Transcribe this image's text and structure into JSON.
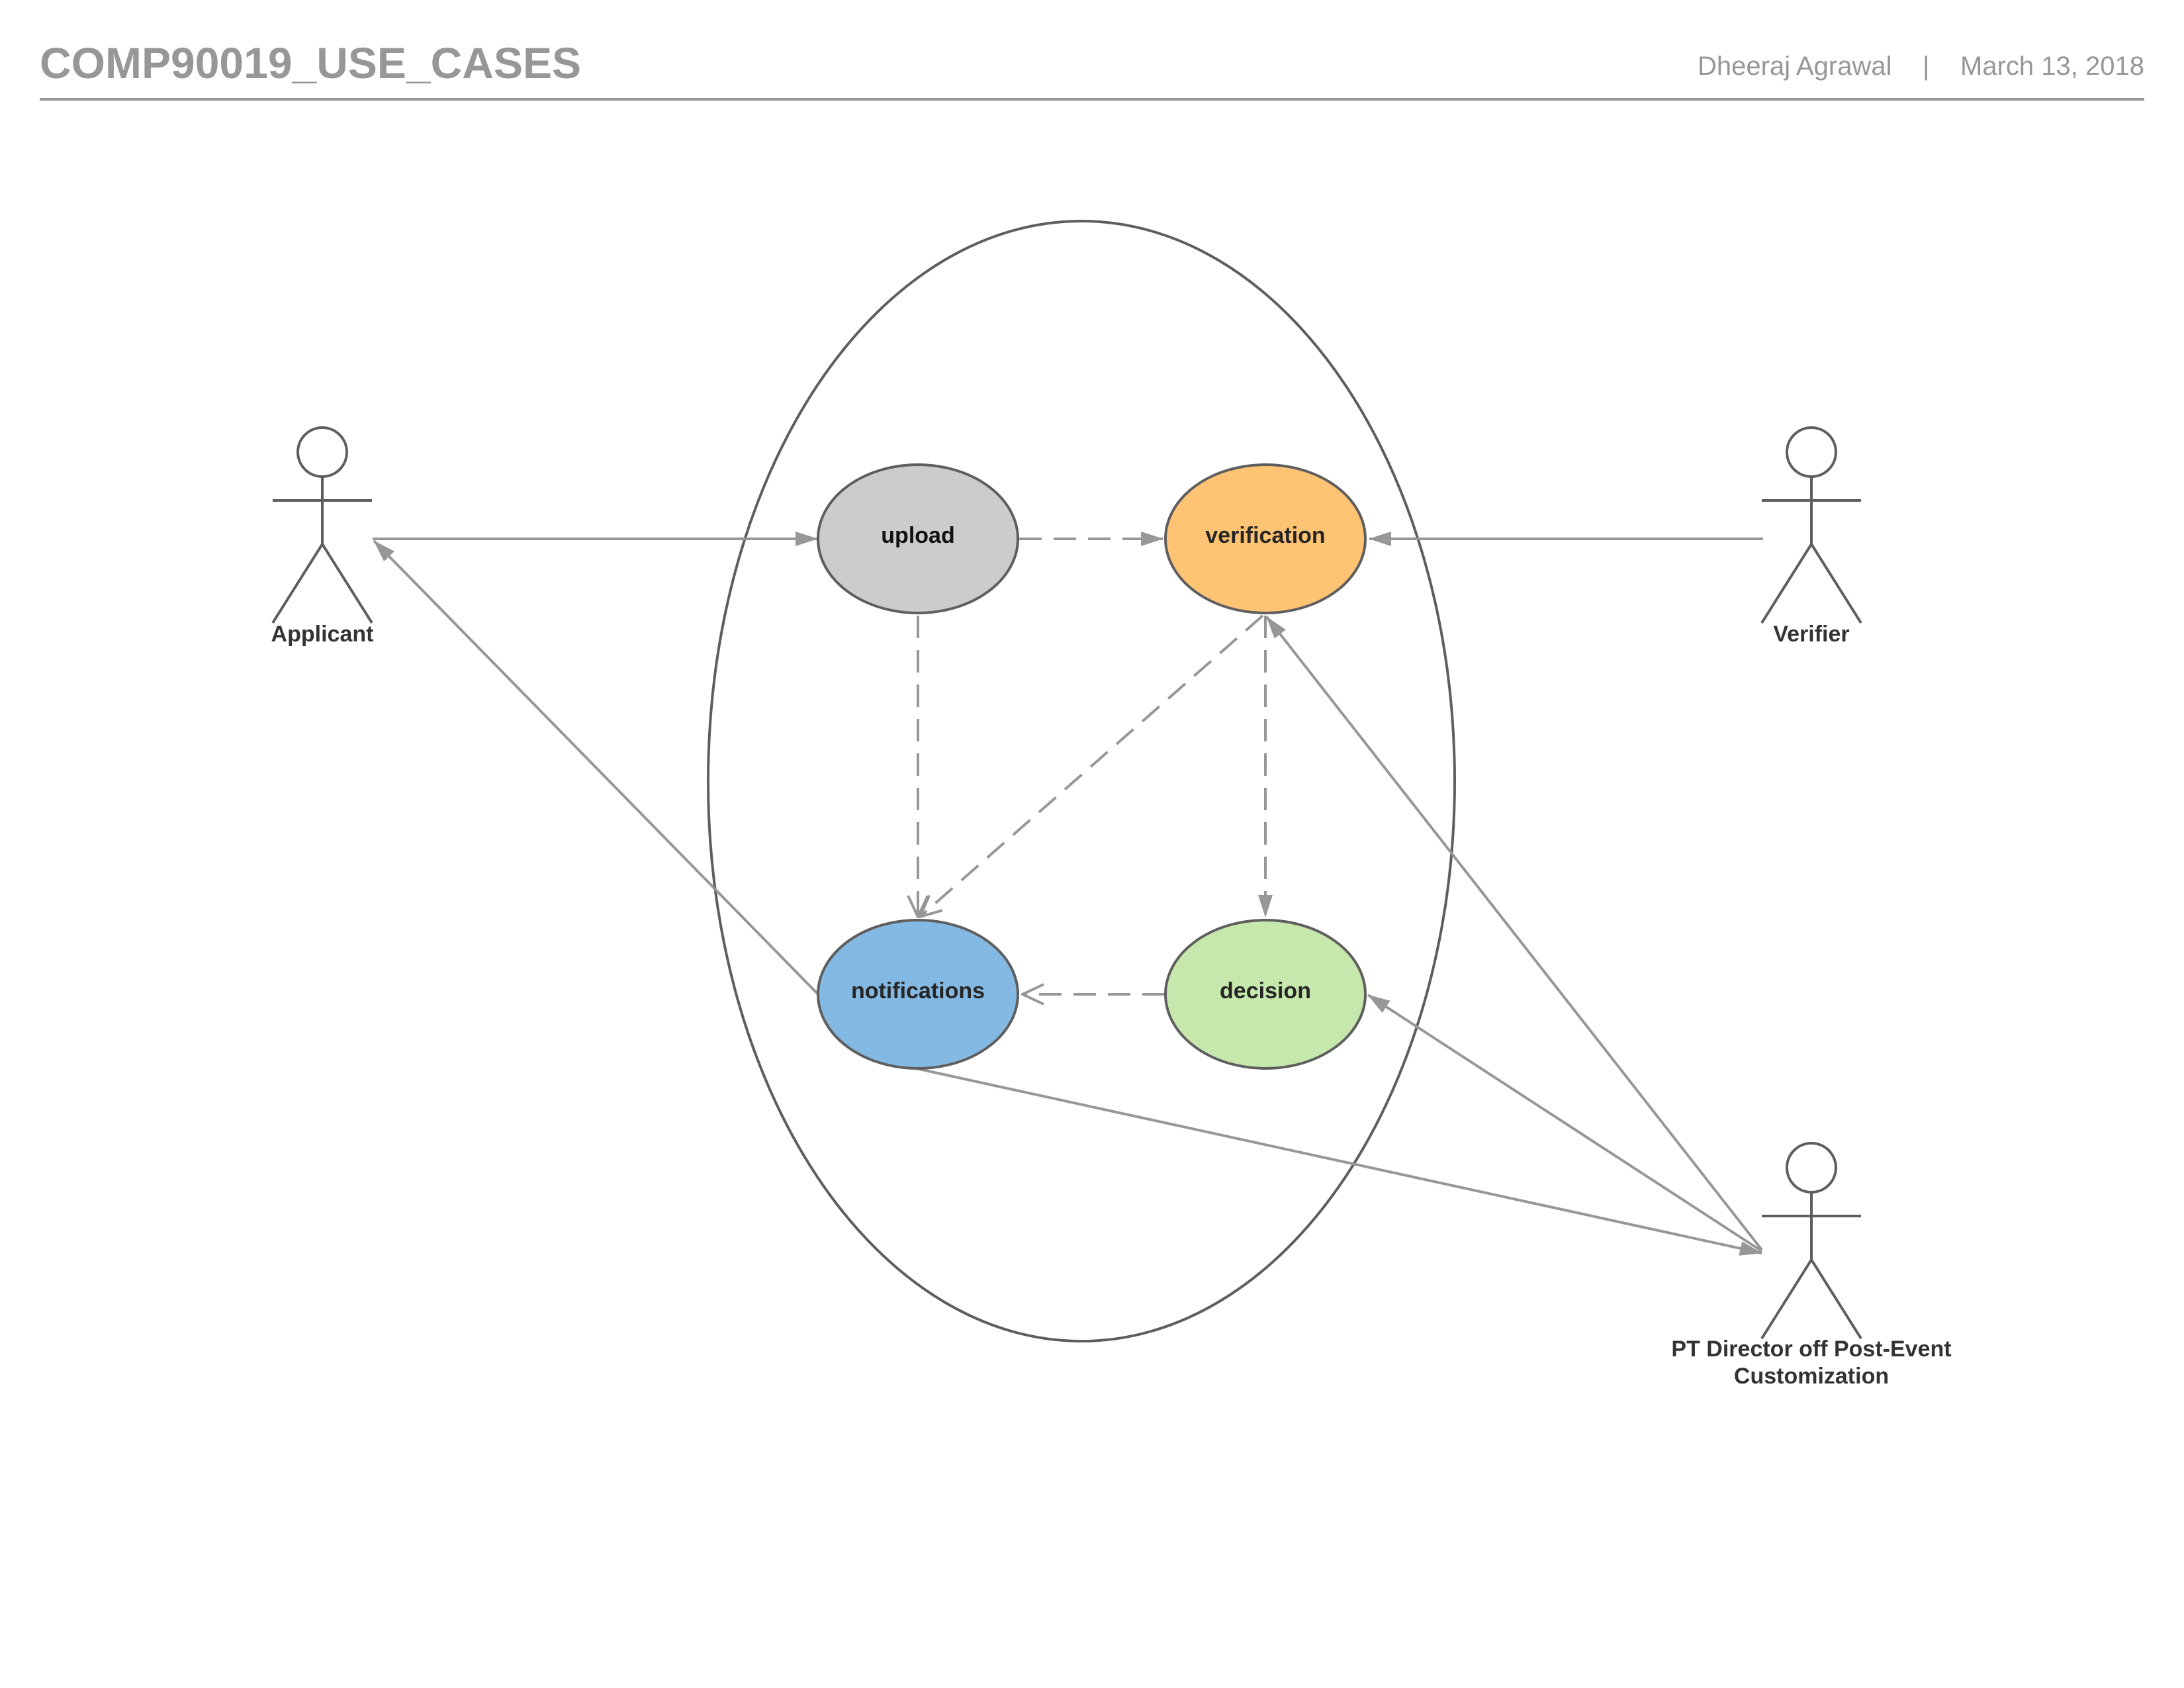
{
  "header": {
    "title": "COMP90019_USE_CASES",
    "author": "Dheeraj Agrawal",
    "separator": "|",
    "date": "March 13, 2018"
  },
  "use_cases": {
    "upload": {
      "label": "upload",
      "color": "#cccccc"
    },
    "verification": {
      "label": "verification",
      "color": "#ffc374"
    },
    "notifications": {
      "label": "notifications",
      "color": "#83b9e2"
    },
    "decision": {
      "label": "decision",
      "color": "#c7e8ac"
    }
  },
  "actors": {
    "applicant": {
      "label": "Applicant"
    },
    "verifier": {
      "label": "Verifier"
    },
    "director": {
      "label_line1": "PT Director off Post-Event",
      "label_line2": "Customization"
    }
  },
  "colors": {
    "connector": "#979797",
    "outline": "#5e5e5e",
    "header_text": "#979797"
  }
}
